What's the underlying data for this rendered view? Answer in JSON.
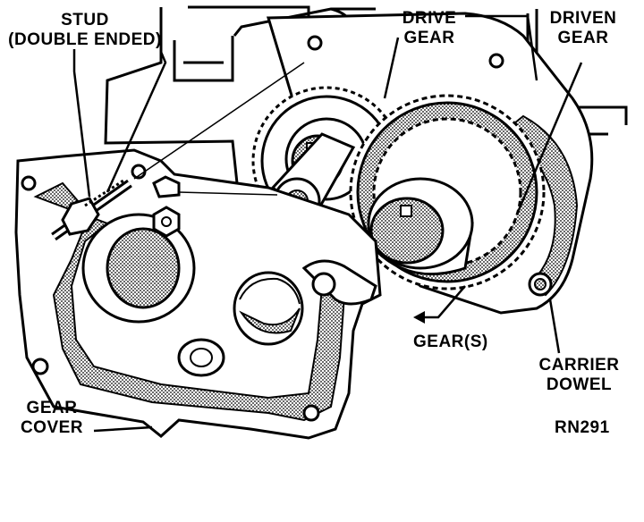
{
  "labels": {
    "stud_line1": "STUD",
    "stud_line2": "(DOUBLE ENDED)",
    "drive_line1": "DRIVE",
    "drive_line2": "GEAR",
    "driven_line1": "DRIVEN",
    "driven_line2": "GEAR",
    "gears": "GEAR(S)",
    "carrier_line1": "CARRIER",
    "carrier_line2": "DOWEL",
    "cover_line1": "GEAR",
    "cover_line2": "COVER",
    "figure_code": "RN291"
  },
  "colors": {
    "ink": "#000000",
    "paper": "#ffffff",
    "shade": "#9a9a9a"
  }
}
